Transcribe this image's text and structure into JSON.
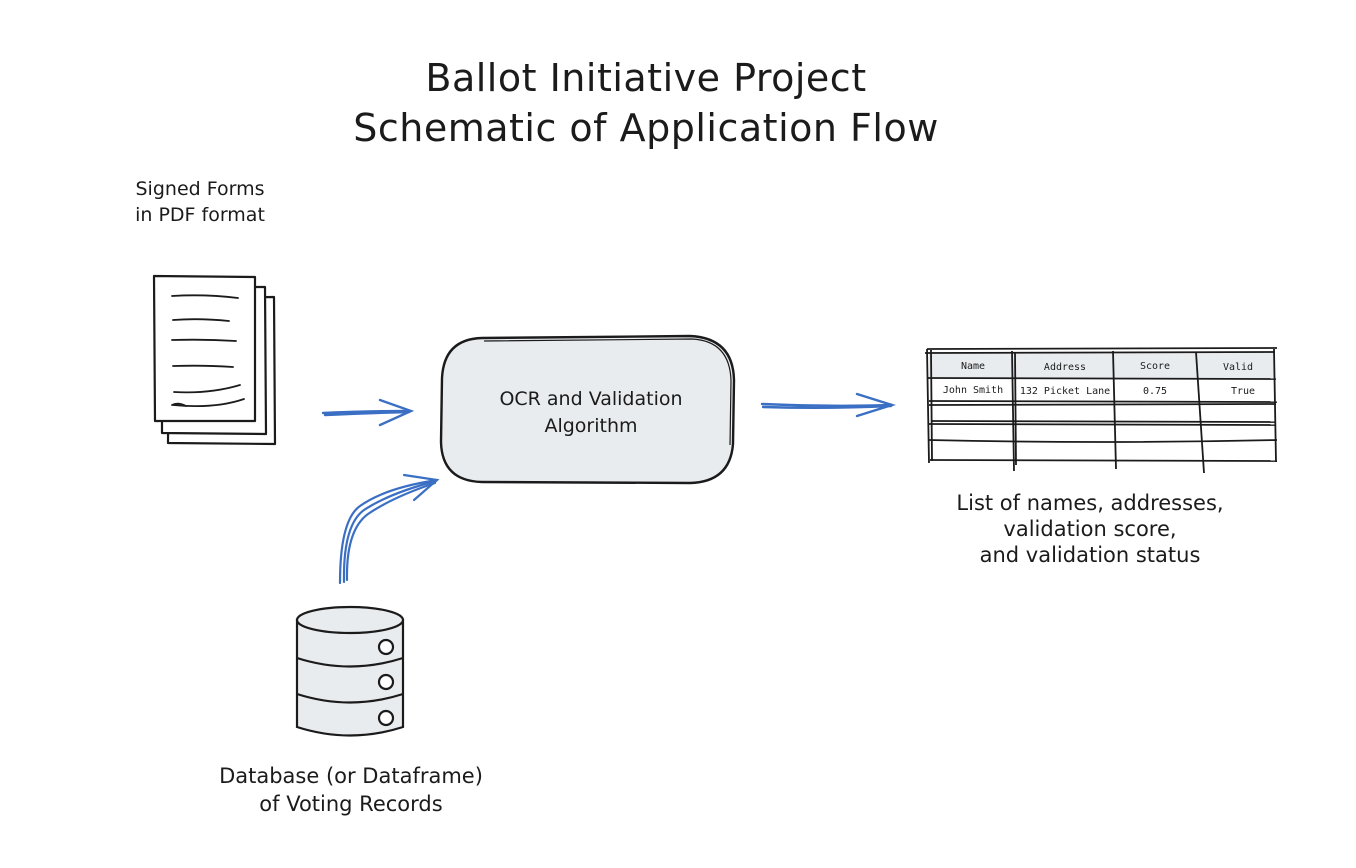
{
  "title": {
    "line1": "Ballot Initiative Project",
    "line2": "Schematic of Application Flow"
  },
  "inputs": {
    "forms_caption_line1": "Signed Forms",
    "forms_caption_line2": "in PDF format",
    "db_caption_line1": "Database (or Dataframe)",
    "db_caption_line2": "of Voting Records"
  },
  "process": {
    "label_line1": "OCR and Validation",
    "label_line2": "Algorithm"
  },
  "output": {
    "caption_line1": "List of names, addresses,",
    "caption_line2": "validation score,",
    "caption_line3": "and validation status",
    "table": {
      "headers": [
        "Name",
        "Address",
        "Score",
        "Valid"
      ],
      "rows": [
        [
          "John Smith",
          "132 Picket Lane",
          "0.75",
          "True"
        ]
      ]
    }
  },
  "colors": {
    "arrow": "#3a6fc4",
    "stroke": "#1b1b1b",
    "process_fill": "#e9ecef",
    "header_fill": "#e9ecef"
  },
  "icons": {
    "forms": "document-stack-icon",
    "database": "database-icon"
  }
}
